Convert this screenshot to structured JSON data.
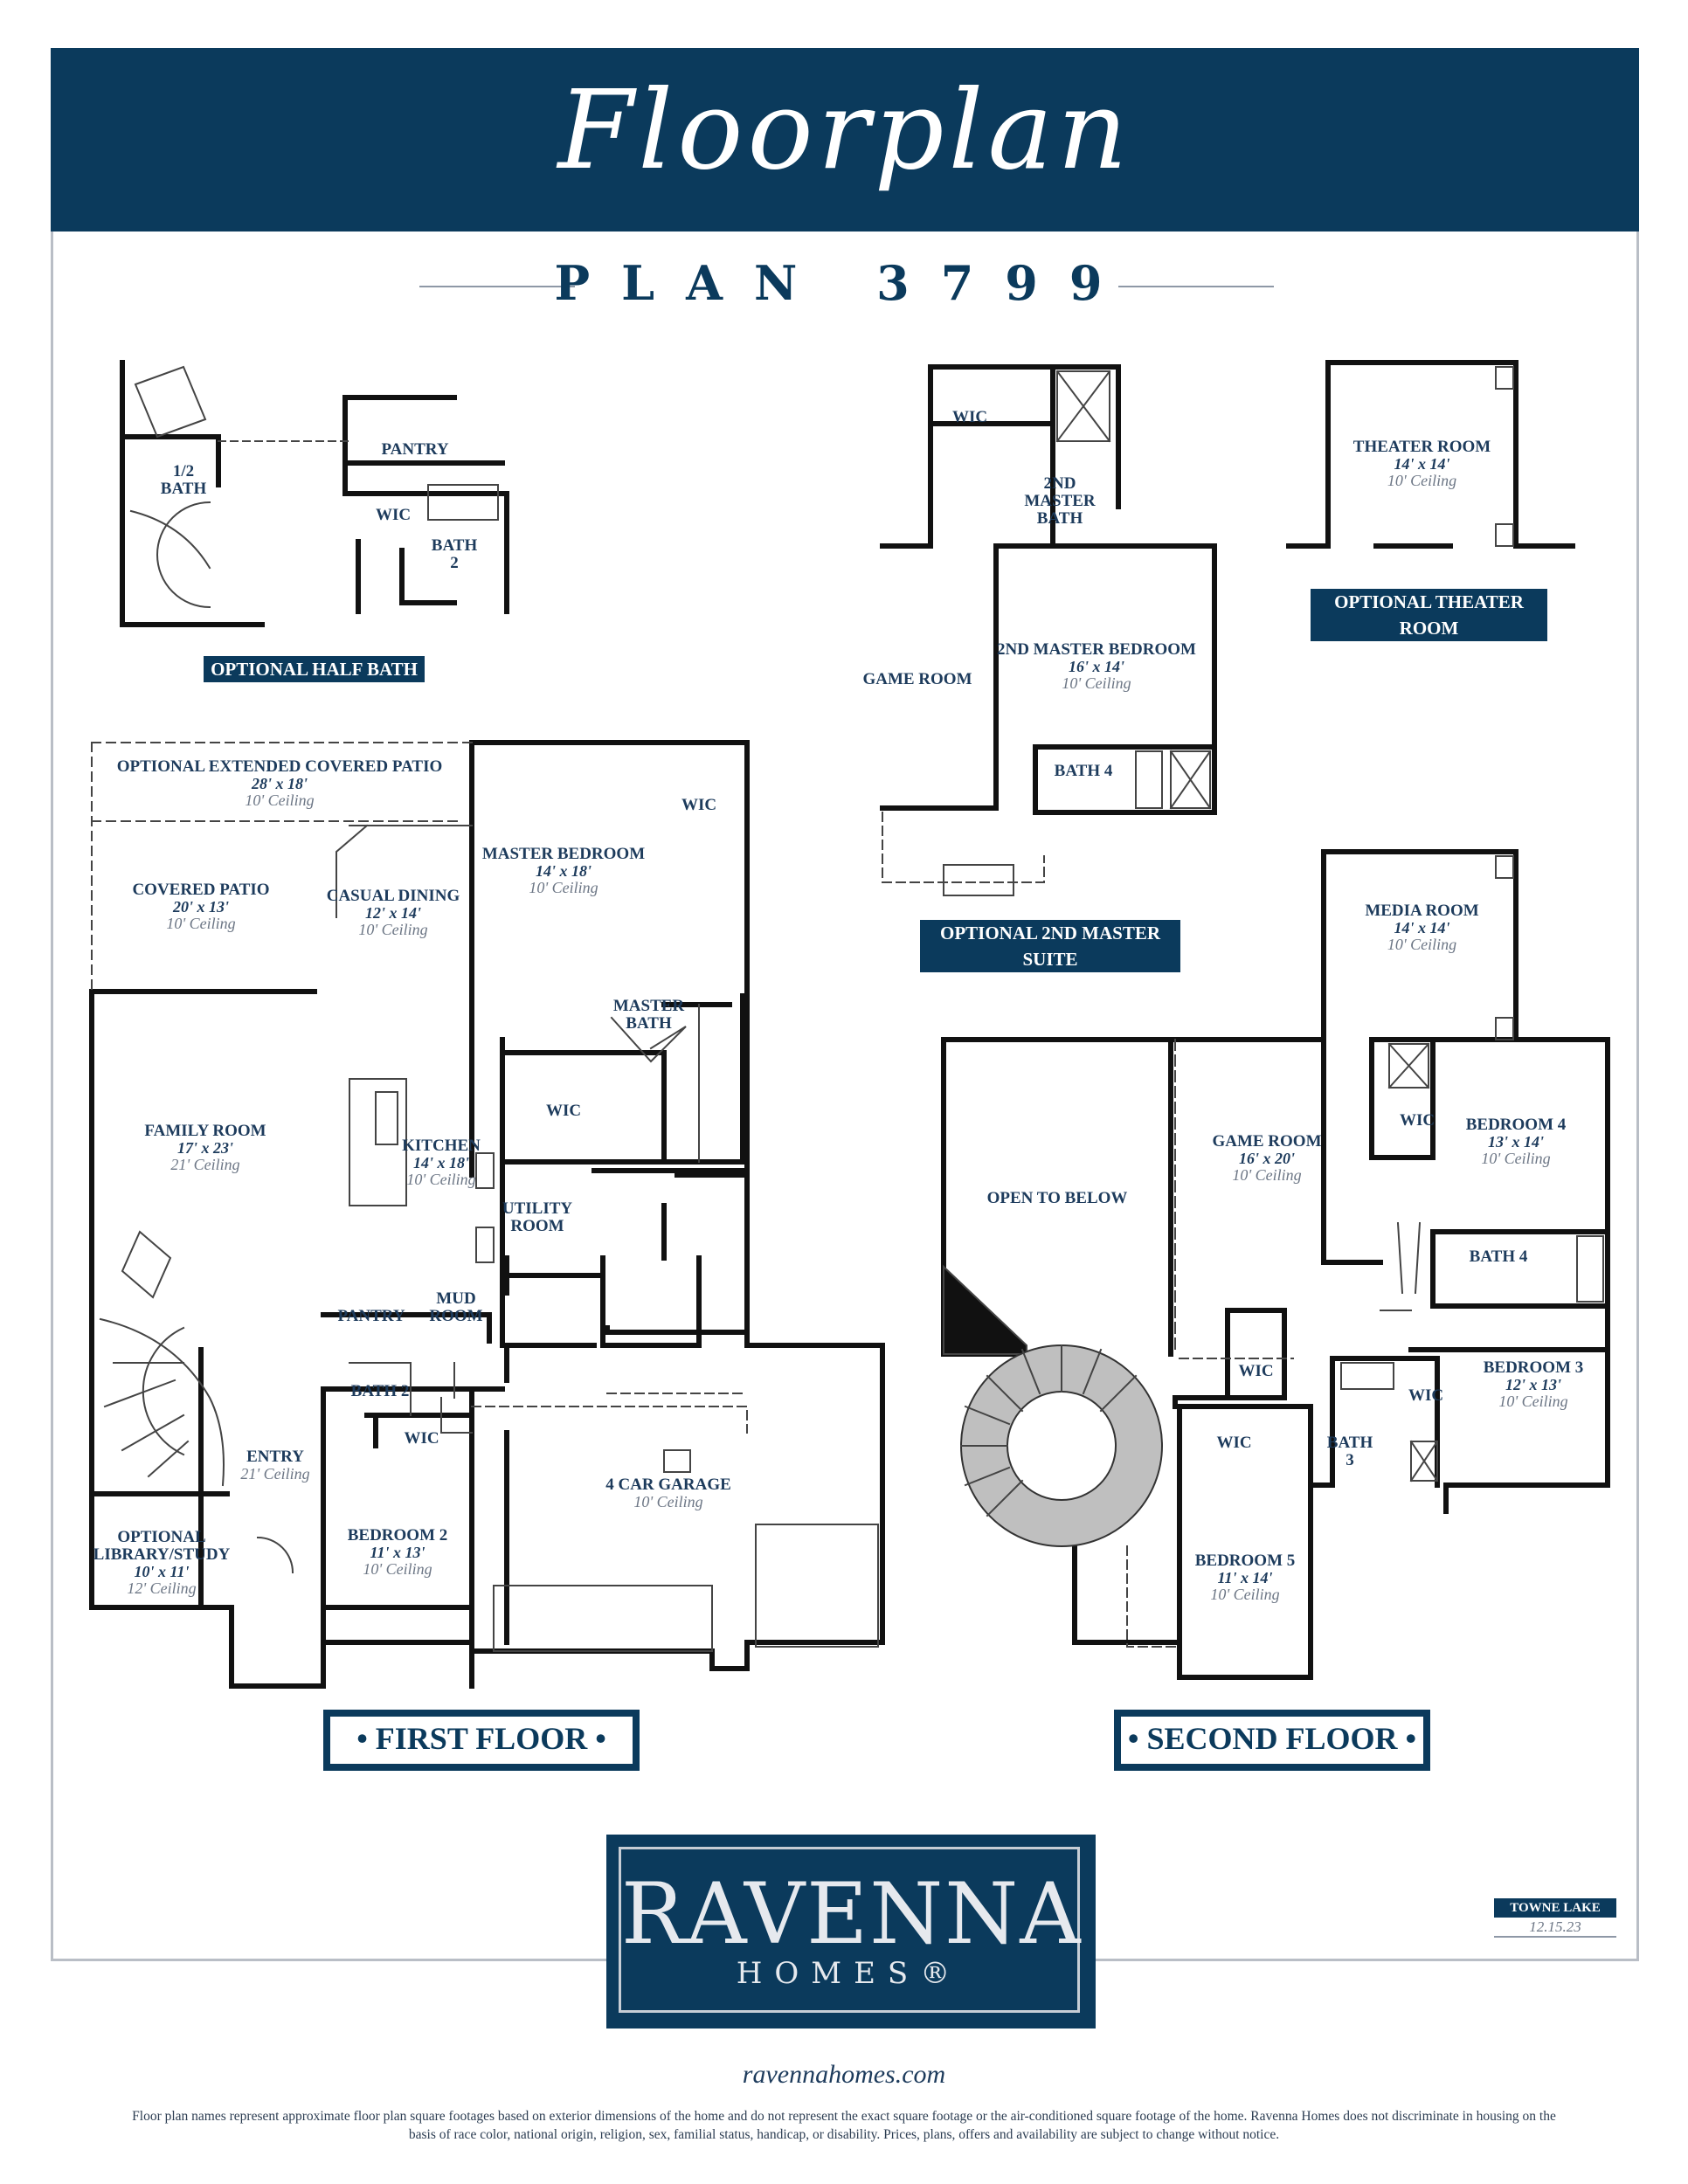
{
  "header": {
    "title": "Floorplan",
    "plan": "PLAN 3799"
  },
  "tags": {
    "half_bath": "OPTIONAL HALF BATH",
    "theater": "OPTIONAL THEATER ROOM",
    "master_suite": "OPTIONAL 2ND MASTER SUITE"
  },
  "floors": {
    "first": "• FIRST FLOOR •",
    "second": "• SECOND FLOOR •"
  },
  "first_floor": {
    "extended_patio": {
      "name": "OPTIONAL EXTENDED COVERED PATIO",
      "dims": "28' x 18'",
      "ceiling": "10' Ceiling"
    },
    "covered_patio": {
      "name": "COVERED PATIO",
      "dims": "20' x 13'",
      "ceiling": "10' Ceiling"
    },
    "casual_dining": {
      "name": "CASUAL DINING",
      "dims": "12' x 14'",
      "ceiling": "10' Ceiling"
    },
    "master_bedroom": {
      "name": "MASTER BEDROOM",
      "dims": "14' x 18'",
      "ceiling": "10' Ceiling"
    },
    "wic_master": "WIC",
    "master_bath": "MASTER BATH",
    "wic_master2": "WIC",
    "family_room": {
      "name": "FAMILY ROOM",
      "dims": "17' x 23'",
      "ceiling": "21' Ceiling"
    },
    "kitchen": {
      "name": "KITCHEN",
      "dims": "14' x 18'",
      "ceiling": "10' Ceiling"
    },
    "utility_room": "UTILITY ROOM",
    "pantry": "PANTRY",
    "mud_room": "MUD ROOM",
    "bath2": "BATH 2",
    "wic_bed2": "WIC",
    "entry": {
      "name": "ENTRY",
      "ceiling": "21' Ceiling"
    },
    "library": {
      "name": "OPTIONAL LIBRARY/STUDY",
      "dims": "10' x 11'",
      "ceiling": "12' Ceiling"
    },
    "bedroom2": {
      "name": "BEDROOM 2",
      "dims": "11' x 13'",
      "ceiling": "10' Ceiling"
    },
    "garage": {
      "name": "4 CAR GARAGE",
      "ceiling": "10' Ceiling"
    }
  },
  "half_bath_inset": {
    "half_bath": "1/2 BATH",
    "pantry": "PANTRY",
    "wic": "WIC",
    "bath2": "BATH 2"
  },
  "master_suite_inset": {
    "wic": "WIC",
    "master_bath": "2ND MASTER BATH",
    "game_room": "GAME ROOM",
    "bedroom": {
      "name": "2ND MASTER BEDROOM",
      "dims": "16' x 14'",
      "ceiling": "10' Ceiling"
    },
    "bath4": "BATH 4"
  },
  "theater_inset": {
    "name": "THEATER ROOM",
    "dims": "14' x 14'",
    "ceiling": "10' Ceiling"
  },
  "second_floor": {
    "media_room": {
      "name": "MEDIA ROOM",
      "dims": "14' x 14'",
      "ceiling": "10' Ceiling"
    },
    "open_below": "OPEN TO BELOW",
    "game_room": {
      "name": "GAME ROOM",
      "dims": "16' x 20'",
      "ceiling": "10' Ceiling"
    },
    "wic_bed4": "WIC",
    "bedroom4": {
      "name": "BEDROOM 4",
      "dims": "13' x 14'",
      "ceiling": "10' Ceiling"
    },
    "bath4": "BATH 4",
    "wic_a": "WIC",
    "wic_bed3": "WIC",
    "bedroom3": {
      "name": "BEDROOM 3",
      "dims": "12' x 13'",
      "ceiling": "10' Ceiling"
    },
    "wic_bed5": "WIC",
    "bath3": "BATH 3",
    "bedroom5": {
      "name": "BEDROOM 5",
      "dims": "11' x 14'",
      "ceiling": "10' Ceiling"
    }
  },
  "logo": {
    "name": "RAVENNA",
    "sub": "HOMES®"
  },
  "stamp": {
    "community": "TOWNE LAKE",
    "date": "12.15.23"
  },
  "website": "ravennahomes.com",
  "disclaimer": "Floor plan names represent approximate floor plan square footages based on exterior dimensions of the home and do not represent the exact square footage or the air-conditioned square footage of the home.  Ravenna Homes does not discriminate in housing on the basis of race color, national origin, religion, sex, familial status, handicap, or disability.  Prices, plans, offers and availability are subject to change without notice.",
  "colors": {
    "navy": "#0b3a5c",
    "wall": "#111111",
    "gray_text": "#6c7685"
  }
}
